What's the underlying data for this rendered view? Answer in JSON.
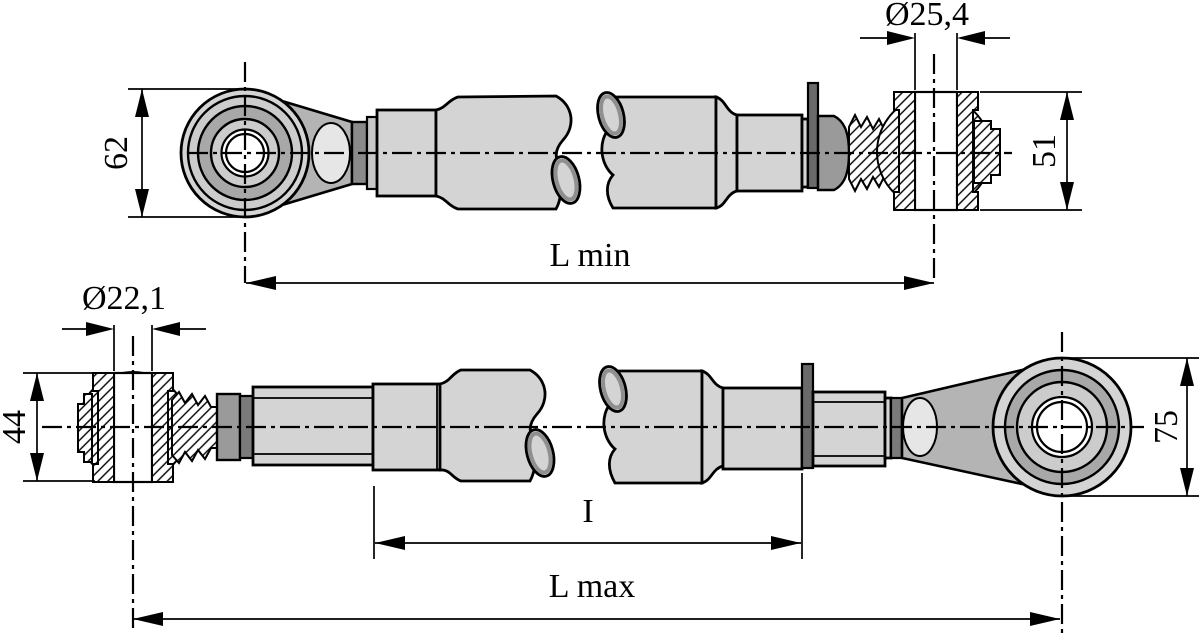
{
  "drawing": {
    "labels": {
      "dia_top": "Ø25,4",
      "dia_bottom": "Ø22,1",
      "h62": "62",
      "h51": "51",
      "h44": "44",
      "h75": "75",
      "l_min": "L min",
      "l_max": "L max",
      "i": "I"
    },
    "colors": {
      "background": "#ffffff",
      "line": "#000000",
      "body_light": "#d4d4d4",
      "body_mid": "#b4b4b4",
      "ring_light": "#cccccc",
      "ring_dark": "#a8a8a8",
      "collar_dark": "#8a8a8a",
      "collar_mid": "#9a9a9a",
      "dark_ring": "#7a7a7a",
      "lever_dark": "#6a6a6a",
      "highlight": "#e6e6e6",
      "break_rim": "#8f8f8f"
    }
  }
}
